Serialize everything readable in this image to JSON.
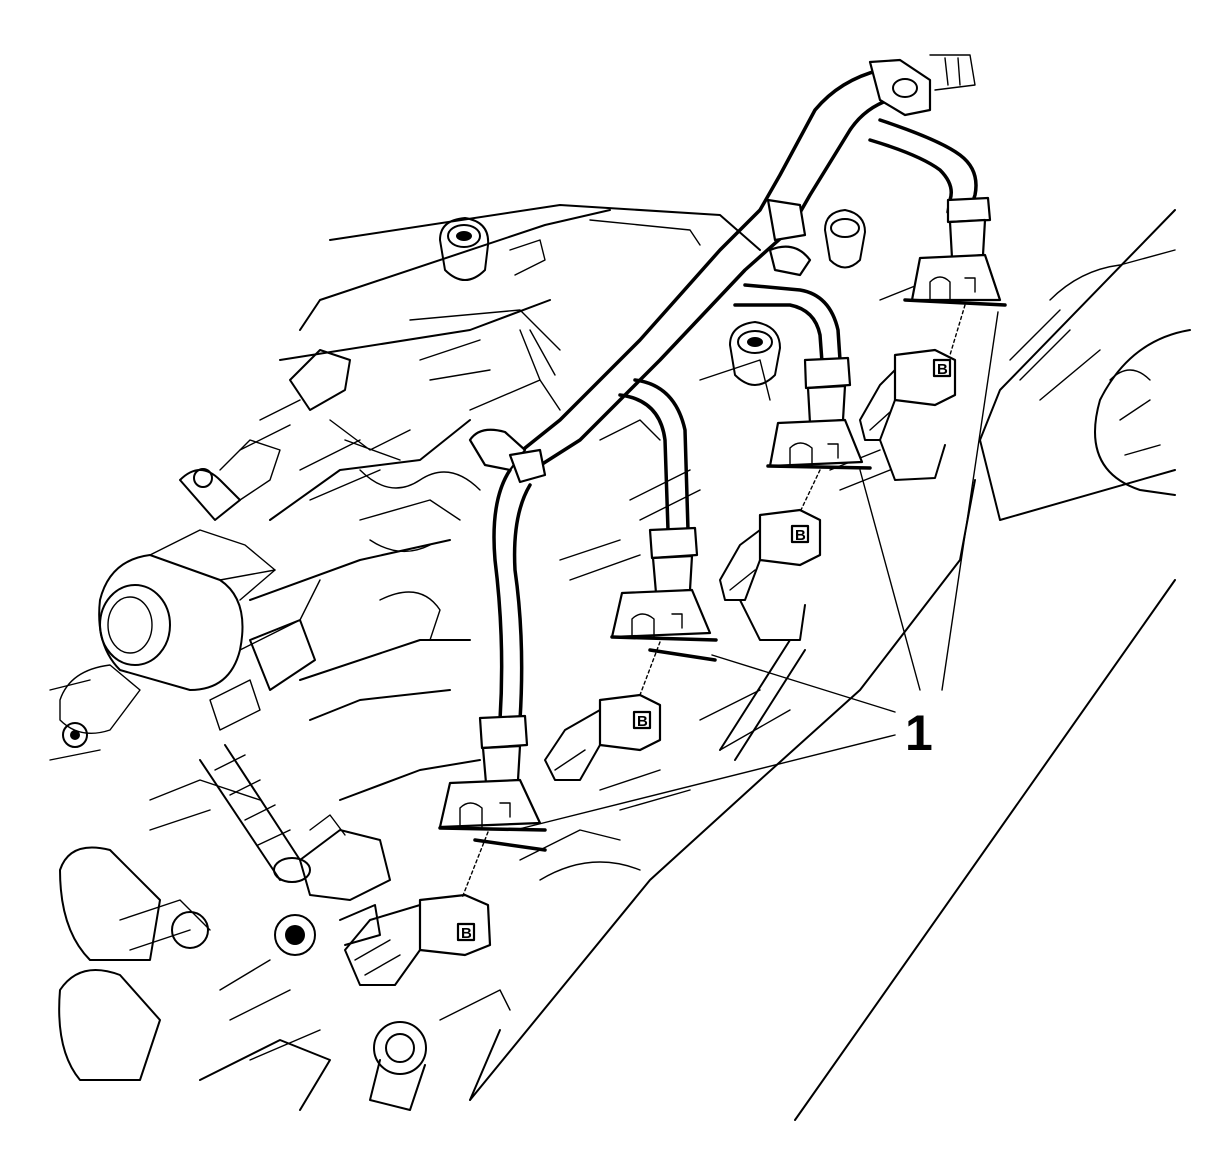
{
  "callout": {
    "label": "1"
  },
  "connector_markers": [
    "B",
    "B",
    "B",
    "B"
  ]
}
